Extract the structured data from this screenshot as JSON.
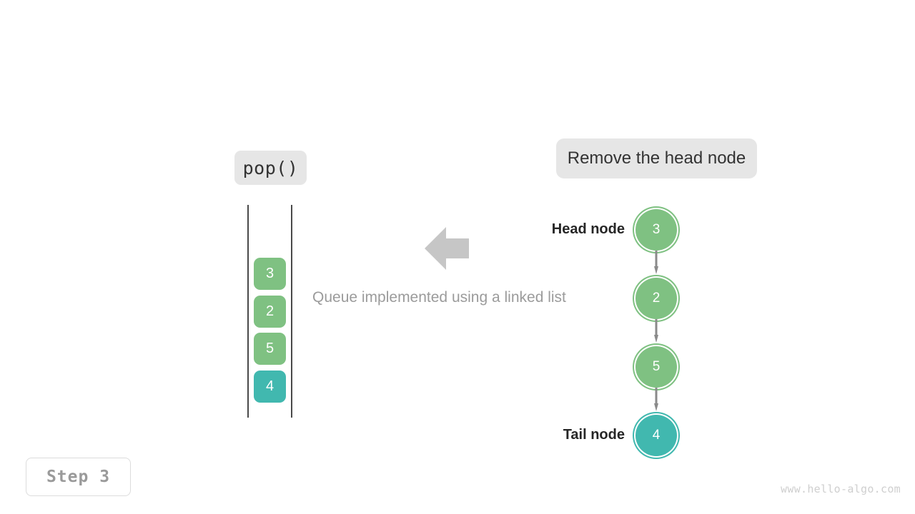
{
  "diagram": {
    "title": "Queue implemented using a linked list",
    "step_badge": "Step 3",
    "watermark": "www.hello-algo.com",
    "operation_label": "pop()",
    "action_label": "Remove the head node",
    "caption": "Queue implemented using a linked list",
    "pointer_arrow_icon": "left-block-arrow-icon"
  },
  "colors": {
    "green": "#7fc182",
    "teal": "#41b8af",
    "chip_bg": "#e6e6e6",
    "arrow_gray": "#8a8a8a",
    "pointer_gray": "#c6c6c6",
    "caption_gray": "#9b9b9b",
    "rail": "#4a4a4a"
  },
  "queue": {
    "cells": [
      {
        "value": "3",
        "color": "green"
      },
      {
        "value": "2",
        "color": "green"
      },
      {
        "value": "5",
        "color": "teal_neighbor_green"
      },
      {
        "value": "4",
        "color": "teal"
      }
    ]
  },
  "linked_list": {
    "head_tag": "Head node",
    "tail_tag": "Tail node",
    "nodes": [
      {
        "value": "3",
        "color": "green"
      },
      {
        "value": "2",
        "color": "green"
      },
      {
        "value": "5",
        "color": "green"
      },
      {
        "value": "4",
        "color": "teal"
      }
    ]
  },
  "chart_data": {
    "type": "diagram",
    "title": "Queue implemented using a linked list",
    "annotations": [
      "pop()",
      "Remove the head node",
      "Head node",
      "Tail node",
      "Step 3"
    ],
    "queue_values": [
      "3",
      "2",
      "5",
      "4"
    ],
    "linked_list_values": [
      "3",
      "2",
      "5",
      "4"
    ],
    "highlighted_value": "4"
  }
}
